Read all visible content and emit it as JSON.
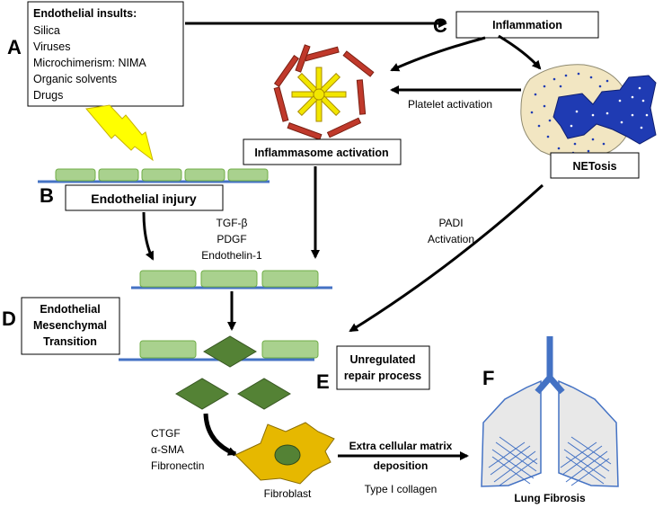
{
  "panels": {
    "a": "A",
    "b": "B",
    "c": "C",
    "d": "D",
    "e": "E",
    "f": "F"
  },
  "insults": {
    "title": "Endothelial insults:",
    "items": [
      "Silica",
      "Viruses",
      "Microchimerism: NIMA",
      "Organic solvents",
      "Drugs"
    ]
  },
  "inflammation": "Inflammation",
  "inflammasome": "Inflammasome activation",
  "platelet": "Platelet activation",
  "netosis": "NETosis",
  "endothelial_injury": "Endothelial injury",
  "growth_factors": [
    "TGF-β",
    "PDGF",
    "Endothelin-1"
  ],
  "padi": [
    "PADI",
    "Activation"
  ],
  "emt": [
    "Endothelial",
    "Mesenchymal",
    "Transition"
  ],
  "repair": [
    "Unregulated",
    "repair process"
  ],
  "markers": [
    "CTGF",
    "α-SMA",
    "Fibronectin"
  ],
  "ecm": [
    "Extra cellular matrix",
    "deposition"
  ],
  "collagen": "Type I collagen",
  "fibroblast": "Fibroblast",
  "lung_fibrosis": "Lung Fibrosis",
  "colors": {
    "lightning": "#ffff00",
    "cell_fill": "#a9d18e",
    "membrane": "#4472c4",
    "diamond": "#548235",
    "fibroblast": "#e6b800",
    "neutrophil_bg": "#f2e6c2",
    "nucleus": "#1f3bb3",
    "lung_fill": "#e8e8e8",
    "lung_mesh": "#4472c4",
    "rod": "#c0392b",
    "spoke": "#f2e600"
  }
}
